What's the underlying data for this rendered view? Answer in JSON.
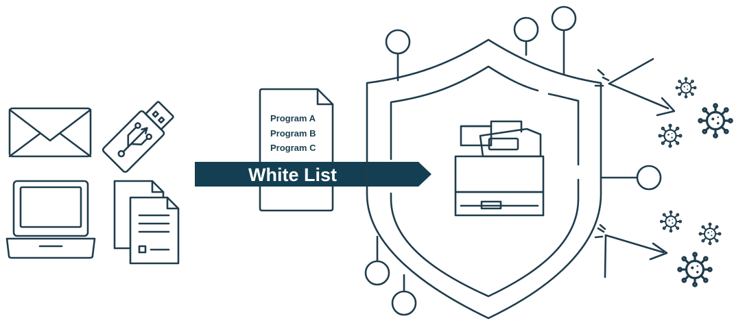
{
  "whitelist": {
    "programs": [
      "Program A",
      "Program B",
      "Program C"
    ],
    "banner_label": "White List"
  },
  "icons": {
    "sources": [
      "envelope-icon",
      "usb-drive-icon",
      "laptop-icon",
      "documents-icon"
    ],
    "protected": "printer-icon",
    "threats": [
      "virus-icon"
    ],
    "shield": "shield-icon"
  },
  "colors": {
    "line": "#1f3c4b",
    "banner": "#143f52",
    "background": "#ffffff"
  }
}
